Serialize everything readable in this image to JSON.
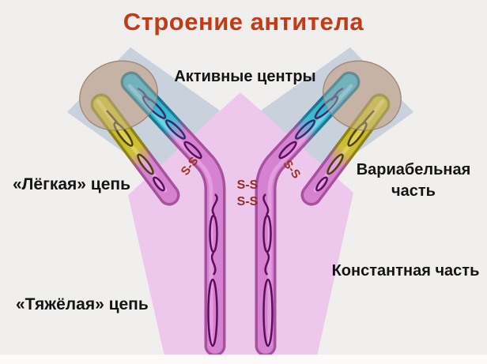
{
  "title": {
    "text": "Строение антитела",
    "color": "#c23b17"
  },
  "labels": {
    "active_centers": "Активные центры",
    "light_chain": "«Лёгкая» цепь",
    "heavy_chain": "«Тяжёлая» цепь",
    "variable_region": "Вариабельная часть",
    "constant_region": "Константная часть"
  },
  "disulfide": {
    "label": "S-S",
    "color": "#8e2d26",
    "instances": [
      "left-arm",
      "center-upper",
      "center-lower",
      "right-arm"
    ]
  },
  "diagram": {
    "subject": "antibody-structure",
    "colors": {
      "background": "#f0efed",
      "constant_region_pink": "#eec7ec",
      "chain_pink": "#d583d1",
      "variable_cyan": "#3fbcd2",
      "light_chain_yellow": "#ccc132",
      "domain_loop_purple": "#5a0e5c",
      "variable_band_gray": "#b8c5d6",
      "active_center_beige": "#c3aca0",
      "label_black": "#141414"
    }
  }
}
